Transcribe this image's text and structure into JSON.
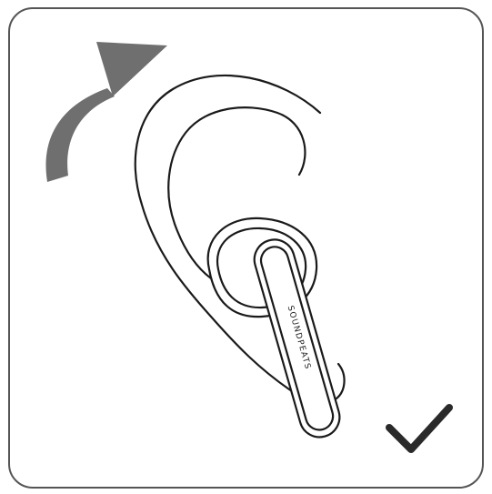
{
  "illustration": {
    "brand_text": "SOUNDPEATS",
    "colors": {
      "arrow": "#6f6f6f",
      "line": "#1a1a1a",
      "check": "#2a2a2a",
      "border": "#555555",
      "background": "#ffffff"
    },
    "icons": [
      "rotate-arrow-icon",
      "ear-outline",
      "earbud",
      "checkmark-icon"
    ]
  }
}
